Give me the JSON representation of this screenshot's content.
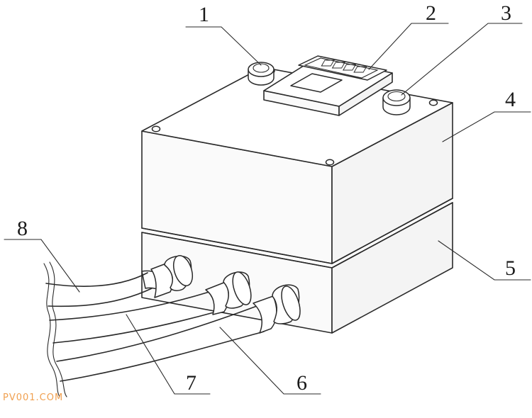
{
  "labels": [
    {
      "id": "1",
      "text": "1"
    },
    {
      "id": "2",
      "text": "2"
    },
    {
      "id": "3",
      "text": "3"
    },
    {
      "id": "4",
      "text": "4"
    },
    {
      "id": "5",
      "text": "5"
    },
    {
      "id": "6",
      "text": "6"
    },
    {
      "id": "7",
      "text": "7"
    },
    {
      "id": "8",
      "text": "8"
    }
  ],
  "watermark": "PV001.COM",
  "colors": {
    "line": "#2a2a2a",
    "watermark": "#f0a050"
  }
}
